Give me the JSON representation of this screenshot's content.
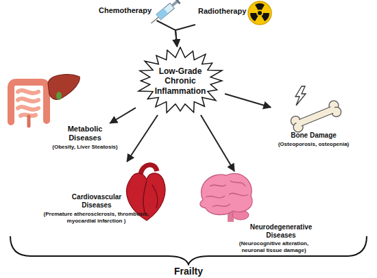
{
  "diagram": {
    "nodes": [
      {
        "text": [
          "Chemotherapy"
        ]
      },
      {
        "text": [
          "Radiotherapy"
        ]
      },
      {
        "text": [
          "Low-Grade Chronic Inflammation"
        ]
      },
      {
        "text": [
          "Metabolic Diseases",
          "(Obesity, Liver Steatosis)"
        ]
      },
      {
        "text": [
          "Bone Damage",
          "(Osteoporosis, osteopenia)"
        ]
      },
      {
        "text": [
          "Cardiovascular Diseases",
          "(Premature atherosclerosis, thrombosis, myocardial infarction )"
        ]
      },
      {
        "text": [
          "Neurodegenerative Diseases",
          "(Neurocognitive alteration, neuronal tissue damage)"
        ]
      }
    ],
    "edges": [
      {
        "from": 0,
        "to": 2,
        "arrow": "to"
      },
      {
        "from": 1,
        "to": 2,
        "arrow": "to"
      },
      {
        "from": 2,
        "to": 3,
        "arrow": "to"
      },
      {
        "from": 2,
        "to": 4,
        "arrow": "to"
      },
      {
        "from": 2,
        "to": 5,
        "arrow": "to"
      },
      {
        "from": 2,
        "to": 6,
        "arrow": "to"
      }
    ],
    "labels": [
      "Frailty"
    ]
  }
}
